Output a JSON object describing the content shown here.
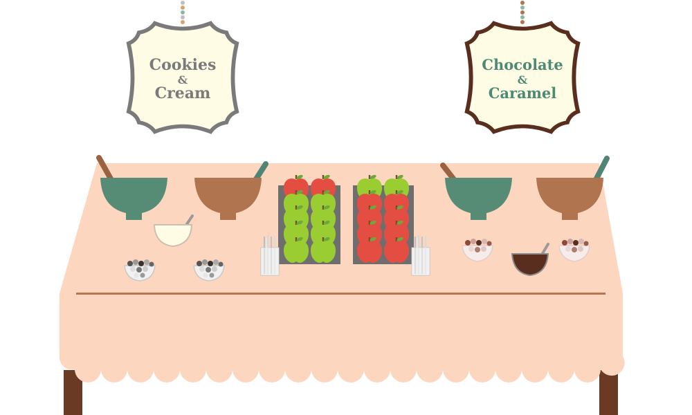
{
  "signs": {
    "left": {
      "line1": "Cookies",
      "amp": "&",
      "line2": "Cream"
    },
    "right": {
      "line1": "Chocolate",
      "amp": "&",
      "line2": "Caramel"
    }
  },
  "colors": {
    "tablecloth": "#FDD6BF",
    "table_leg": "#6B3A24",
    "stripe": "#B5754E",
    "bowl_green": "#568B76",
    "bowl_brown": "#B0744E",
    "spoon_handle": "#9A6240",
    "apple_green": "#9ACD32",
    "apple_red": "#E44E42",
    "tray": "#6E6E6E",
    "left_sign_border": "#7A7A7A",
    "left_sign_text": "#7A7A7A",
    "right_sign_border": "#5A2E1E",
    "right_sign_text": "#4C8A74",
    "sign_fill": "#FFFCE6"
  },
  "icons": [
    "hanging-sign-icon",
    "mixing-bowl-icon",
    "spoon-icon",
    "apple-icon",
    "apple-tray-icon",
    "skewer-cup-icon",
    "topping-bowl-icon",
    "sauce-bowl-icon"
  ]
}
